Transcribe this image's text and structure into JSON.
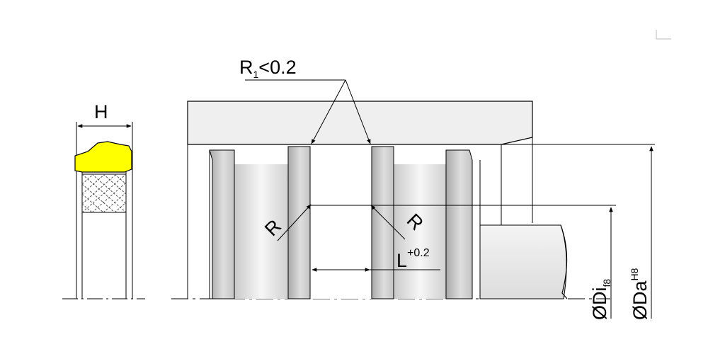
{
  "labels": {
    "width": "H",
    "groove_radius_main": "R",
    "groove_radius_sub": "1",
    "groove_radius_value": "<0.2",
    "corner_radius_left": "R",
    "corner_radius_right": "R",
    "groove_length": "L",
    "groove_length_tol": "+0.2",
    "inner_diameter": "ØDi",
    "inner_diameter_fit": "f8",
    "outer_diameter": "ØDa",
    "outer_diameter_fit": "H8"
  },
  "colors": {
    "line": "#000000",
    "seal_profile": "#ffff00",
    "cross_hatch": "#555555",
    "housing_fill": "#efefef",
    "land_dark": "#b8b8b8",
    "land_light": "#f2f2f2"
  }
}
